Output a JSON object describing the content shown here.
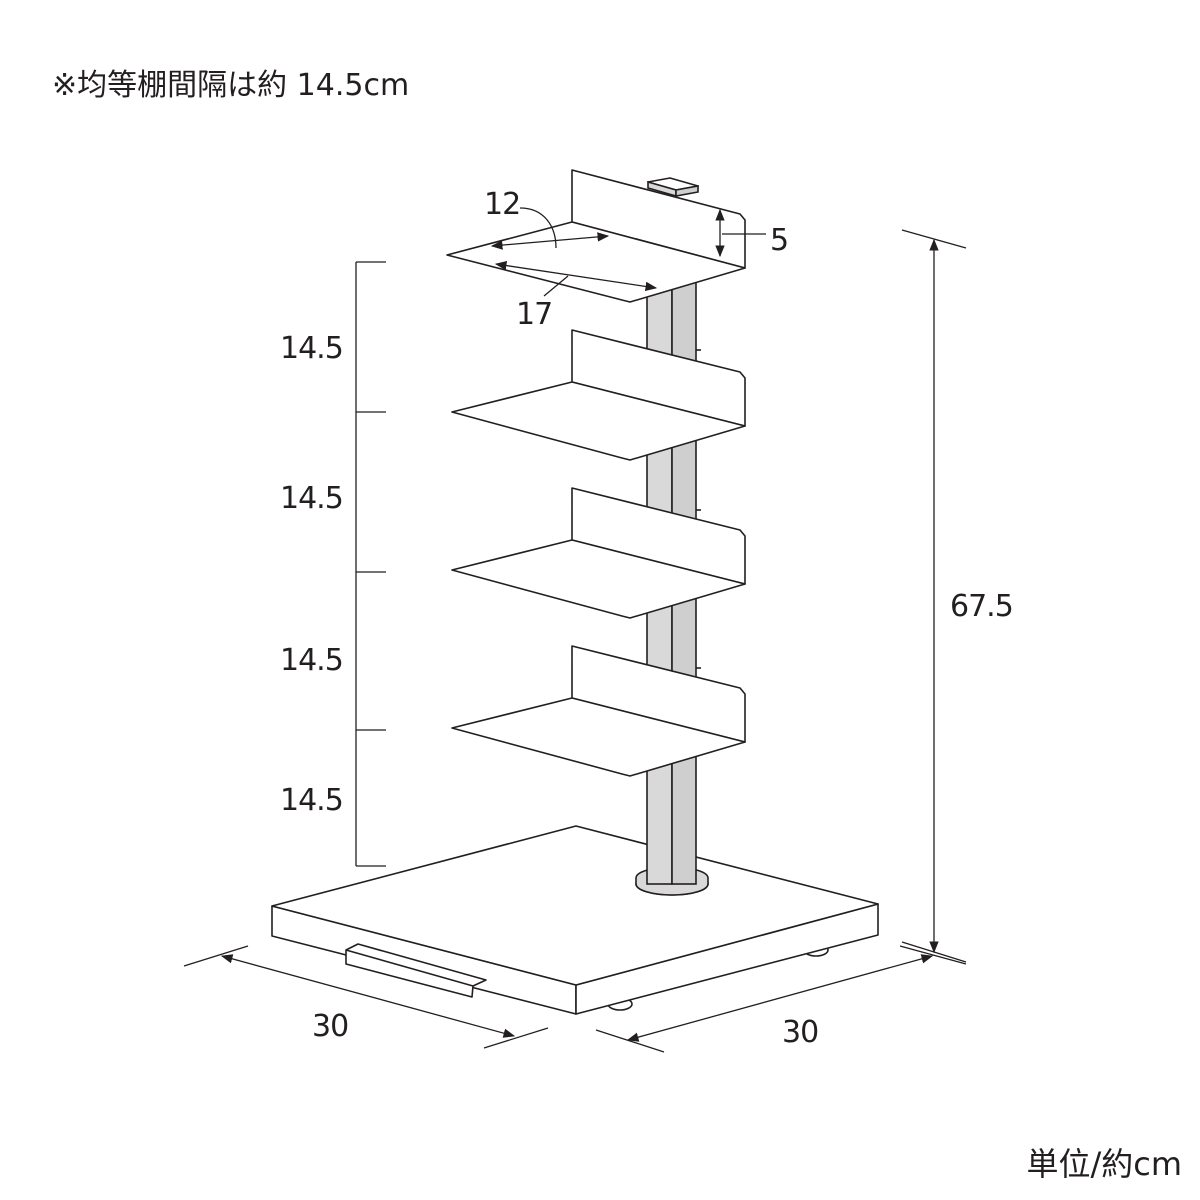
{
  "note": "※均等棚間隔は約 14.5cm",
  "unit": "単位/約cm",
  "dimensions": {
    "shelf_width": "12",
    "shelf_depth": "17",
    "shelf_back_height": "5",
    "shelf_spacing": [
      "14.5",
      "14.5",
      "14.5",
      "14.5"
    ],
    "total_height": "67.5",
    "base_width": "30",
    "base_depth": "30"
  }
}
